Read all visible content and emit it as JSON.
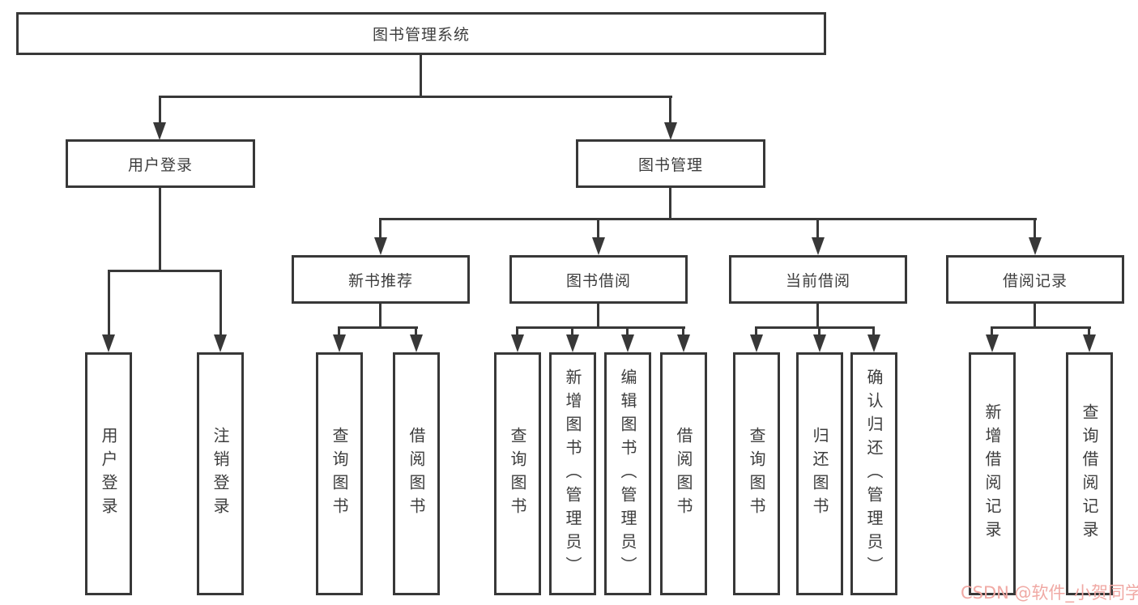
{
  "diagram": {
    "root": {
      "label": "图书管理系统"
    },
    "branches": {
      "user_login": {
        "label": "用户登录",
        "children": [
          {
            "label": "用户登录"
          },
          {
            "label": "注销登录"
          }
        ]
      },
      "book_management": {
        "label": "图书管理",
        "children": [
          {
            "label": "新书推荐",
            "children": [
              {
                "label": "查询图书"
              },
              {
                "label": "借阅图书"
              }
            ]
          },
          {
            "label": "图书借阅",
            "children": [
              {
                "label": "查询图书"
              },
              {
                "label": "新增图书（管理员）"
              },
              {
                "label": "编辑图书（管理员）"
              },
              {
                "label": "借阅图书"
              }
            ]
          },
          {
            "label": "当前借阅",
            "children": [
              {
                "label": "查询图书"
              },
              {
                "label": "归还图书"
              },
              {
                "label": "确认归还（管理员）"
              }
            ]
          },
          {
            "label": "借阅记录",
            "children": [
              {
                "label": "新增借阅记录"
              },
              {
                "label": "查询借阅记录"
              }
            ]
          }
        ]
      }
    }
  },
  "watermark": {
    "text": "CSDN @软件_小贺同学",
    "color": "#f0a9a4"
  },
  "colors": {
    "line": "#383838",
    "text": "#3d3d3d",
    "background": "#ffffff"
  }
}
